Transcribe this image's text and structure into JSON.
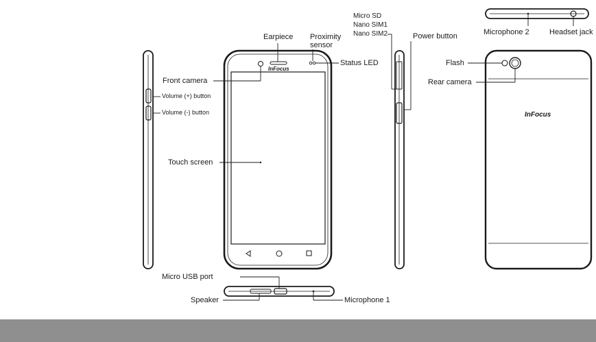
{
  "labels": {
    "earpiece": "Earpiece",
    "proximity_sensor": "Proximity\nsensor",
    "status_led": "Status LED",
    "front_camera": "Front camera",
    "volume_up": "Volume (+) button",
    "volume_down": "Volume (-) button",
    "touch_screen": "Touch screen",
    "micro_sd": "Micro SD",
    "nano_sim1": "Nano SIM1",
    "nano_sim2": "Nano SIM2",
    "power_button": "Power button",
    "microphone_2": "Microphone 2",
    "headset_jack": "Headset jack",
    "flash": "Flash",
    "rear_camera": "Rear camera",
    "micro_usb_port": "Micro USB port",
    "speaker": "Speaker",
    "microphone_1": "Microphone 1"
  },
  "brand": {
    "front_logo": "InFocus",
    "back_logo": "InFocus"
  },
  "colors": {
    "line": "#1a1a1a",
    "footer_bar": "#8f8f8f"
  }
}
